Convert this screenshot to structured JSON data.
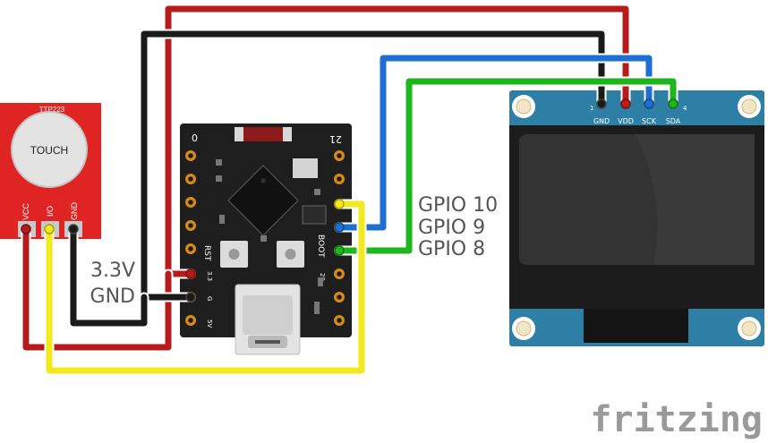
{
  "touch_module": {
    "model": "TTP223",
    "pad_label": "TOUCH",
    "pins": [
      "VCC",
      "I/O",
      "GND"
    ]
  },
  "mcu_board": {
    "top_left_label": "0",
    "top_right_label": "21",
    "button_rst_label": "RST",
    "button_boot_label": "BOOT",
    "left_pin_labels": [
      "3.3",
      "G",
      "5V"
    ],
    "right_pin_label": "20"
  },
  "oled": {
    "pin_number_first": "1",
    "pin_number_last": "4",
    "pins": [
      "GND",
      "VDD",
      "SCK",
      "SDA"
    ]
  },
  "labels": {
    "power_3v3": "3.3V",
    "ground": "GND",
    "gpio_10": "GPIO 10",
    "gpio_9": "GPIO 9",
    "gpio_8": "GPIO 8"
  },
  "watermark": "fritzing",
  "colors": {
    "wire_red": "#b71c1c",
    "wire_black": "#1a1a1a",
    "wire_blue": "#1e6fcf",
    "wire_green": "#1fb51f",
    "wire_yellow": "#f2ea1d",
    "board_pcb": "#1e1e1e",
    "oled_pcb": "#2d7fa6",
    "touch_pcb": "#e02424",
    "pin_gold": "#d8891a"
  }
}
